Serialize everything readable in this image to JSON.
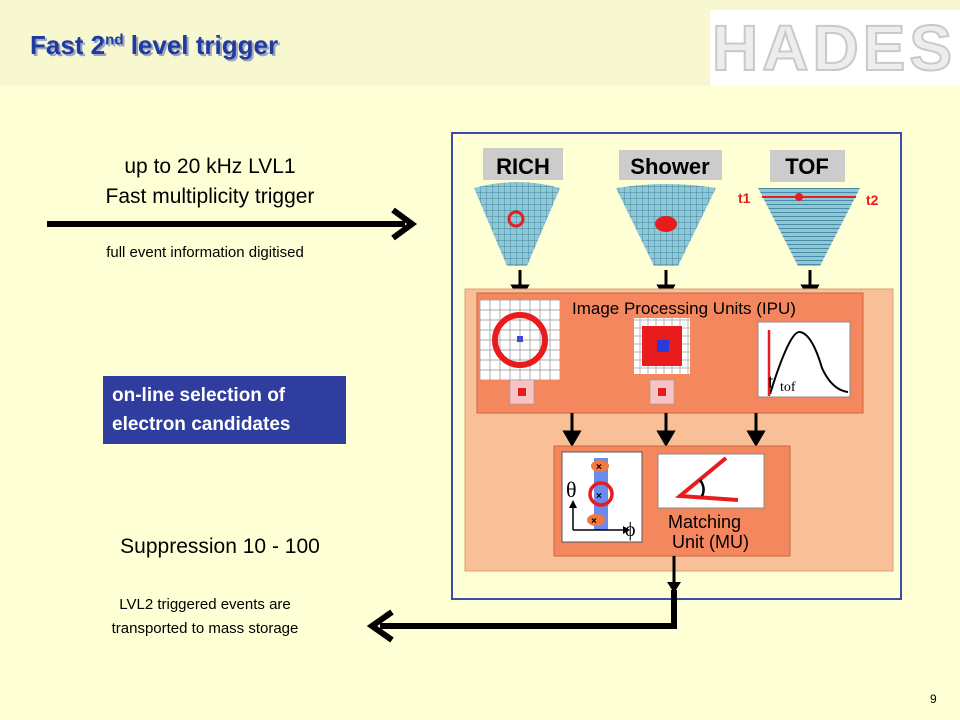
{
  "slide": {
    "title_main": "Fast 2",
    "title_sup": "nd",
    "title_rest": " level trigger",
    "logo": "HADES",
    "trigger_line1": "up to 20 kHz LVL1",
    "trigger_line2": "Fast multiplicity trigger",
    "digitised": "full event information digitised",
    "selection_line1": "on-line selection of",
    "selection_line2": "electron candidates",
    "suppression": "Suppression 10 - 100",
    "lvl2_line1": "LVL2 triggered events are",
    "lvl2_line2": "transported to mass storage",
    "page_number": "9"
  },
  "diagram": {
    "detectors": [
      "RICH",
      "Shower",
      "TOF"
    ],
    "tof_t1": "t1",
    "tof_t2": "t2",
    "ipu_label": "Image Processing Units (IPU)",
    "tof_symbol": "t",
    "tof_sub": "tof",
    "theta": "θ",
    "phi": "ϕ",
    "mu_line1": "Matching",
    "mu_line2": "Unit (MU)"
  },
  "colors": {
    "title": "#1f3b9b",
    "background": "#ffffd6",
    "box": "#2f3d9e",
    "ipu": "#f4875e",
    "panel": "#f9bf97"
  }
}
